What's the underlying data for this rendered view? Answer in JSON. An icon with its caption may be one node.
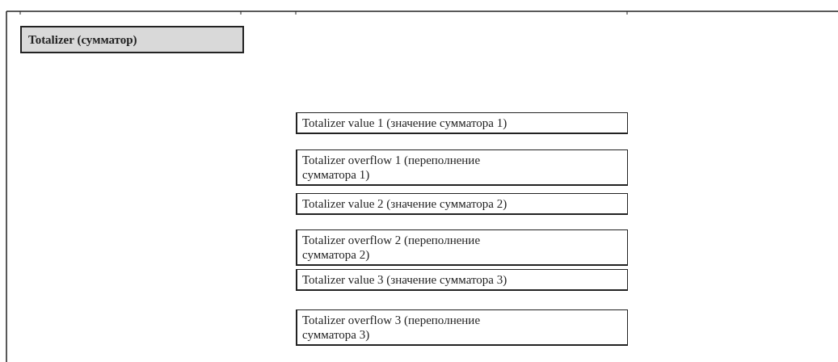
{
  "diagram": {
    "nodes": [
      {
        "text": [
          "Totalizer (сумматор)"
        ]
      },
      {
        "text": [
          "Totalizer value 1 (значение сумматора 1)"
        ]
      },
      {
        "text": [
          "Totalizer overflow 1 (переполнение сумматора 1)"
        ]
      },
      {
        "text": [
          "Totalizer value 2 (значение сумматора 2)"
        ]
      },
      {
        "text": [
          "Totalizer overflow 2 (переполнение сумматора 2)"
        ]
      },
      {
        "text": [
          "Totalizer value 3 (значение сумматора 3)"
        ]
      },
      {
        "text": [
          "Totalizer overflow 3 (переполнение сумматора 3)"
        ]
      }
    ],
    "edges": []
  }
}
